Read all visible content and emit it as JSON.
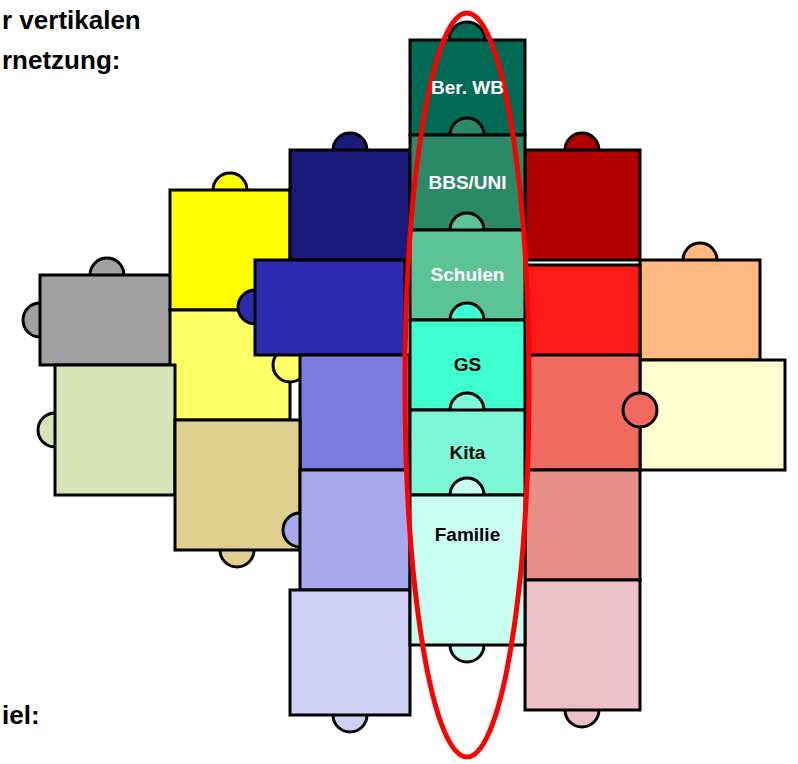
{
  "diagram": {
    "title": "r vertikalen rnetzung:",
    "nodes": [
      {
        "text": [
          "Ber. WB"
        ]
      },
      {
        "text": [
          "BBS/UNI"
        ]
      },
      {
        "text": [
          "Schulen"
        ]
      },
      {
        "text": [
          "GS"
        ]
      },
      {
        "text": [
          "Kita"
        ]
      },
      {
        "text": [
          "Familie"
        ]
      }
    ],
    "labels": [
      "iel:"
    ]
  }
}
